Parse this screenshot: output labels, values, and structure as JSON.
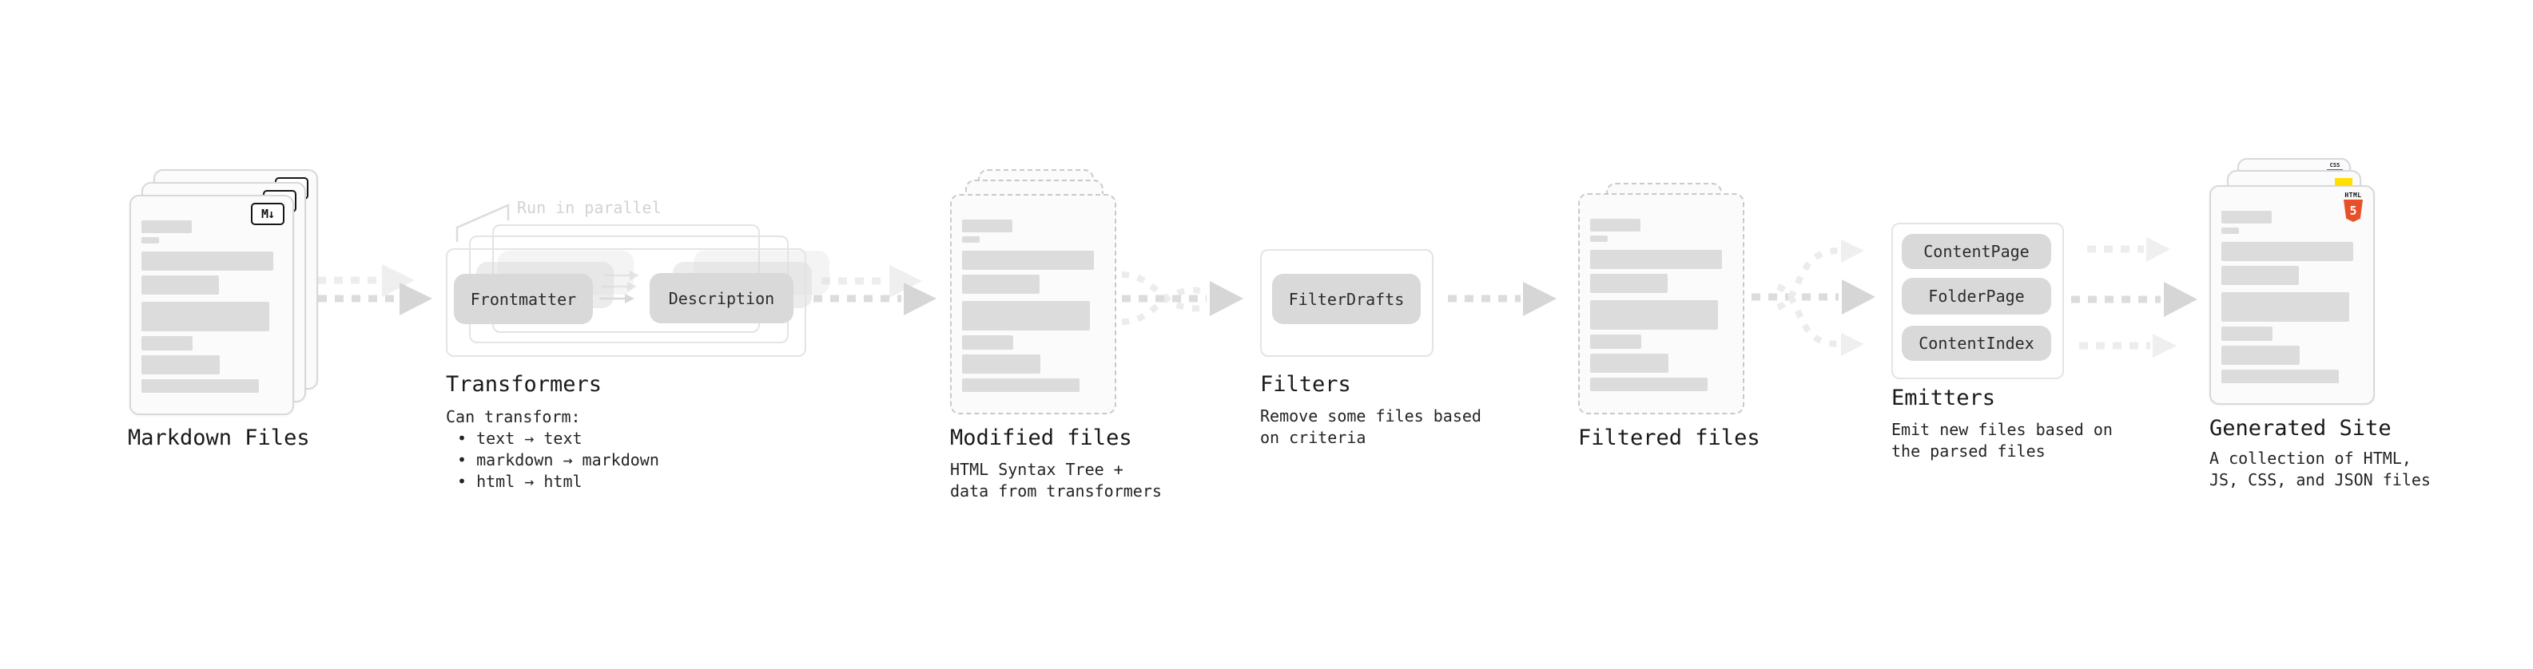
{
  "pipeline": {
    "markdown_files": {
      "label": "Markdown Files",
      "file_icon": "M↓"
    },
    "transformers": {
      "note": "Run in parallel",
      "chips": [
        "Frontmatter",
        "Description"
      ],
      "label": "Transformers",
      "description_heading": "Can transform:",
      "bullets": [
        "• text → text",
        "• markdown → markdown",
        "• html → html"
      ]
    },
    "modified_files": {
      "label": "Modified files",
      "sublabel": [
        "HTML Syntax Tree +",
        "data from transformers"
      ]
    },
    "filters": {
      "label": "Filters",
      "chip": "FilterDrafts",
      "sublabel": [
        "Remove some files based",
        "on criteria"
      ]
    },
    "filtered_files": {
      "label": "Filtered files"
    },
    "emitters": {
      "label": "Emitters",
      "chips": [
        "ContentPage",
        "FolderPage",
        "ContentIndex"
      ],
      "sublabel": [
        "Emit new files based on",
        "the parsed files"
      ]
    },
    "generated_site": {
      "label": "Generated Site",
      "sublabel": [
        "A collection of HTML,",
        "JS, CSS, and JSON files"
      ],
      "html5_icon": {
        "word": "HTML",
        "numeral": "5"
      },
      "css_icon": "CSS"
    }
  },
  "colors": {
    "arrow_dark": "#dcdcdc",
    "arrow_light": "#ededed",
    "chip_gray": "#d9d9d9",
    "doc_bar_gray": "#dcdcdc",
    "note_gray": "#d2d2d2",
    "html5_orange": "#e8502a",
    "js_yellow": "#ffe000",
    "css_blue": "#2965f1",
    "text_dark": "#191919"
  }
}
